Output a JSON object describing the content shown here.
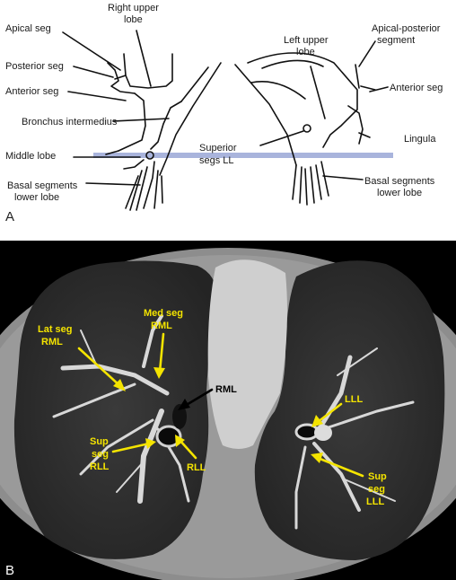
{
  "panel_a": {
    "letter": "A",
    "labels": {
      "right_upper_lobe": [
        "Right upper",
        "lobe"
      ],
      "apical_seg": "Apical seg",
      "posterior_seg": "Posterior seg",
      "anterior_seg_right": "Anterior seg",
      "bronchus_intermedius": "Bronchus intermedius",
      "middle_lobe": "Middle lobe",
      "basal_segments_right": [
        "Basal segments",
        "lower lobe"
      ],
      "superior_segs_ll": [
        "Superior",
        "segs LL"
      ],
      "left_upper_lobe": [
        "Left upper",
        "lobe"
      ],
      "apical_posterior_segment": [
        "Apical-posterior",
        "segment"
      ],
      "anterior_seg_left": "Anterior seg",
      "lingula": "Lingula",
      "basal_segments_left": [
        "Basal segments",
        "lower lobe"
      ]
    },
    "plane_color": "#a9b4dc"
  },
  "panel_b": {
    "letter": "B",
    "labels": {
      "lat_seg_rml": [
        "Lat seg",
        "RML"
      ],
      "med_seg_rml": [
        "Med seg",
        "RML"
      ],
      "rml": "RML",
      "sup_seg_rll": [
        "Sup",
        "seg",
        "RLL"
      ],
      "rll": "RLL",
      "lll": "LLL",
      "sup_seg_lll": [
        "Sup",
        "seg",
        "LLL"
      ]
    },
    "arrow_color": "#f4e400"
  }
}
